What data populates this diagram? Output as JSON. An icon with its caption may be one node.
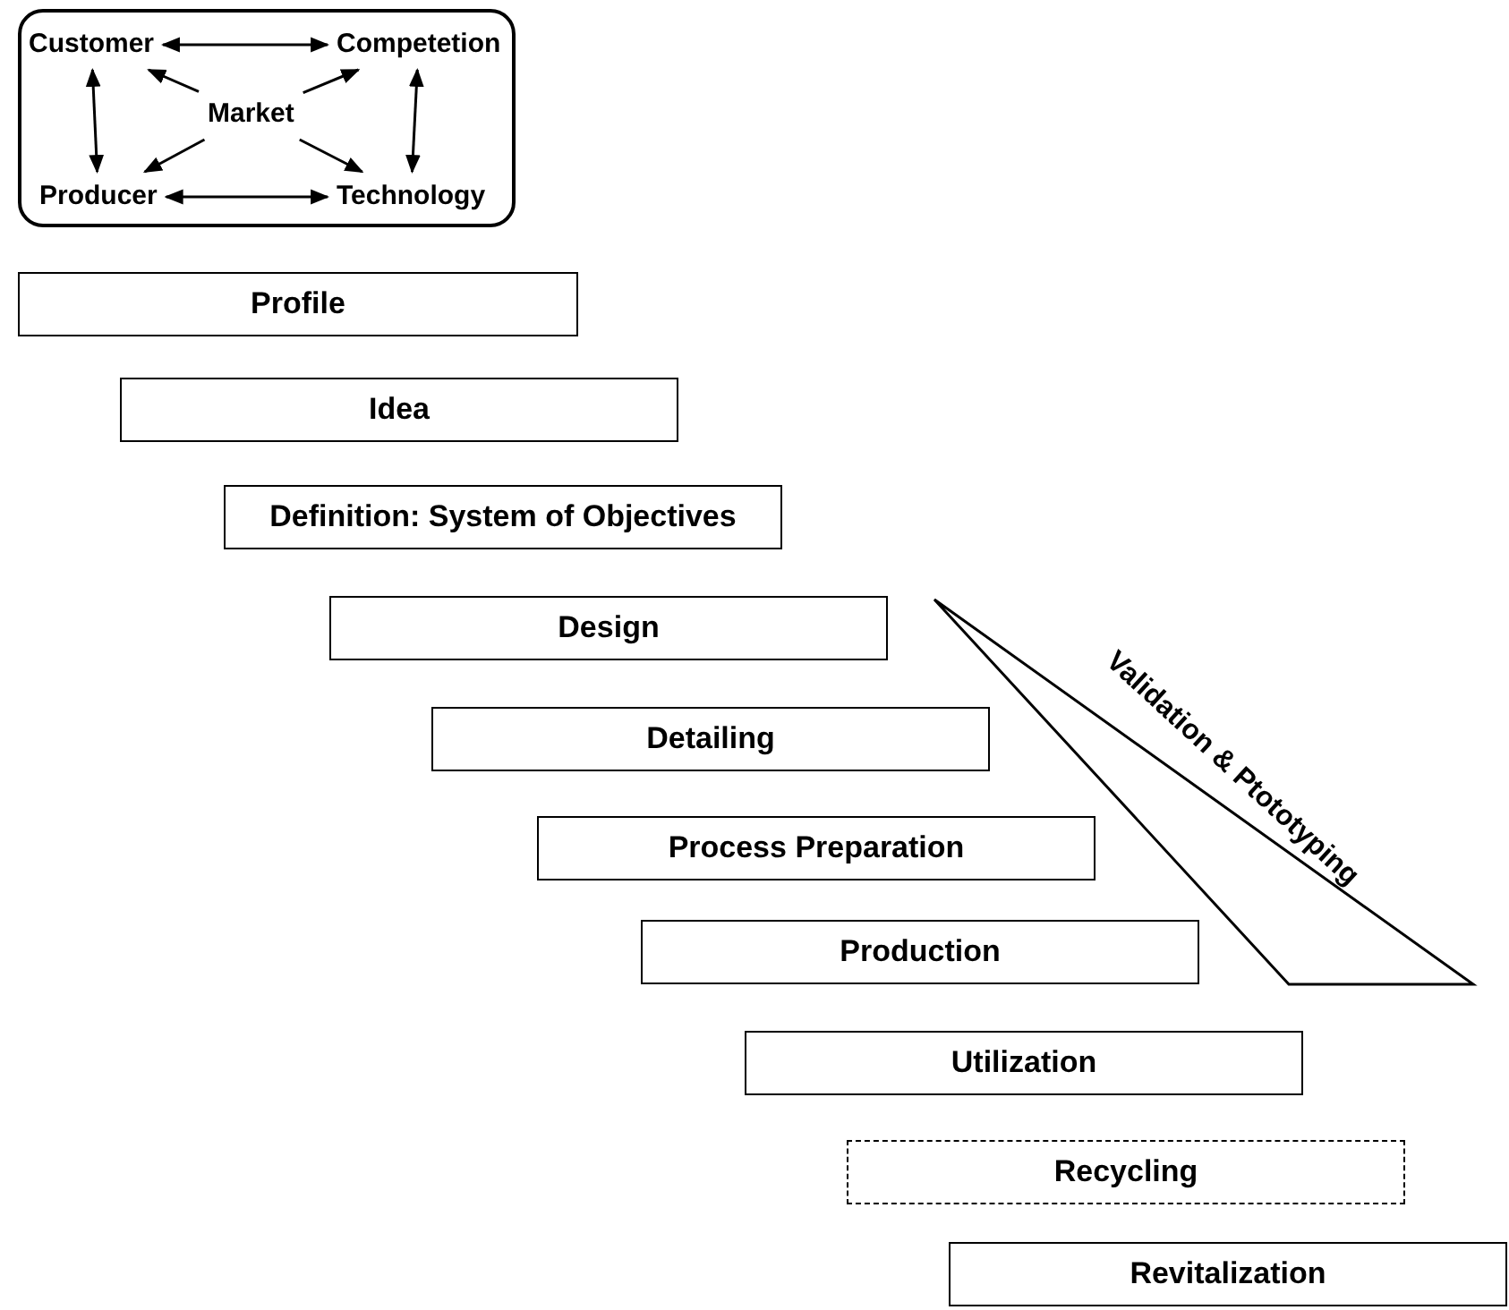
{
  "diagram": {
    "nodes": [
      {
        "text": [],
        "shape": "box"
      },
      {
        "text": [
          "Customer"
        ],
        "in": 0
      },
      {
        "text": [
          "Competetion"
        ],
        "in": 0
      },
      {
        "text": [
          "Market"
        ],
        "in": 0
      },
      {
        "text": [
          "Producer"
        ],
        "in": 0
      },
      {
        "text": [
          "Technology"
        ],
        "in": 0
      },
      {
        "text": [
          "Profile"
        ]
      },
      {
        "text": [
          "Idea"
        ]
      },
      {
        "text": [
          "Definition: System of Objectives"
        ]
      },
      {
        "text": [
          "Design"
        ]
      },
      {
        "text": [
          "Detailing"
        ]
      },
      {
        "text": [
          "Process Preparation"
        ]
      },
      {
        "text": [
          "Production"
        ]
      },
      {
        "text": [
          "Utilization"
        ]
      },
      {
        "text": [
          "Recycling"
        ]
      },
      {
        "text": [
          "Revitalization"
        ]
      },
      {
        "text": [
          "Validation & Ptototyping"
        ]
      }
    ],
    "edges": [
      {
        "from": 1,
        "to": 2,
        "arrow": "both"
      },
      {
        "from": 1,
        "to": 4,
        "arrow": "both"
      },
      {
        "from": 2,
        "to": 5,
        "arrow": "both"
      },
      {
        "from": 4,
        "to": 5,
        "arrow": "both"
      },
      {
        "from": 3,
        "to": 1,
        "arrow": "to"
      },
      {
        "from": 3,
        "to": 2,
        "arrow": "to"
      },
      {
        "from": 3,
        "to": 4,
        "arrow": "to"
      },
      {
        "from": 3,
        "to": 5,
        "arrow": "to"
      }
    ]
  }
}
